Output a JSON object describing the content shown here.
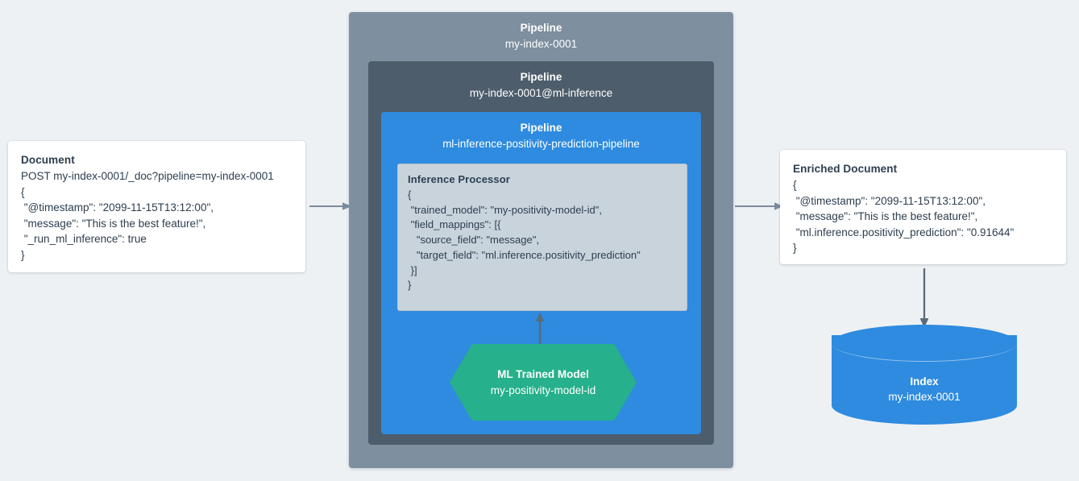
{
  "diagram": {
    "background_color": "#eef1f4",
    "source_document": {
      "title": "Document",
      "lines": [
        "POST my-index-0001/_doc?pipeline=my-index-0001",
        "{",
        " \"@timestamp\": \"2099-11-15T13:12:00\",",
        " \"message\": \"This is the best feature!\",",
        " \"_run_ml_inference\": true",
        "}"
      ]
    },
    "enriched_document": {
      "title": "Enriched Document",
      "lines": [
        "{",
        " \"@timestamp\": \"2099-11-15T13:12:00\",",
        " \"message\": \"This is the best feature!\",",
        " \"ml.inference.positivity_prediction\": \"0.91644\"",
        "}"
      ]
    },
    "pipelines": [
      {
        "label": "Pipeline",
        "name": "my-index-0001",
        "color": "#7e8f9f"
      },
      {
        "label": "Pipeline",
        "name": "my-index-0001@ml-inference",
        "color": "#4d5d6b"
      },
      {
        "label": "Pipeline",
        "name": "ml-inference-positivity-prediction-pipeline",
        "color": "#2e8bdf"
      }
    ],
    "processor": {
      "title": "Inference Processor",
      "color": "#c9d3dc",
      "lines": [
        "{",
        " \"trained_model\": \"my-positivity-model-id\",",
        " \"field_mappings\": [{",
        "   \"source_field\": \"message\",",
        "   \"target_field\": \"ml.inference.positivity_prediction\"",
        " }]",
        "}"
      ]
    },
    "ml_model": {
      "title": "ML Trained Model",
      "name": "my-positivity-model-id",
      "color": "#26b08b"
    },
    "index": {
      "title": "Index",
      "name": "my-index-0001",
      "color": "#2e8bdf"
    },
    "arrows": {
      "horizontal_color": "#7c8b9c",
      "vertical_color": "#5a6b7a"
    }
  }
}
